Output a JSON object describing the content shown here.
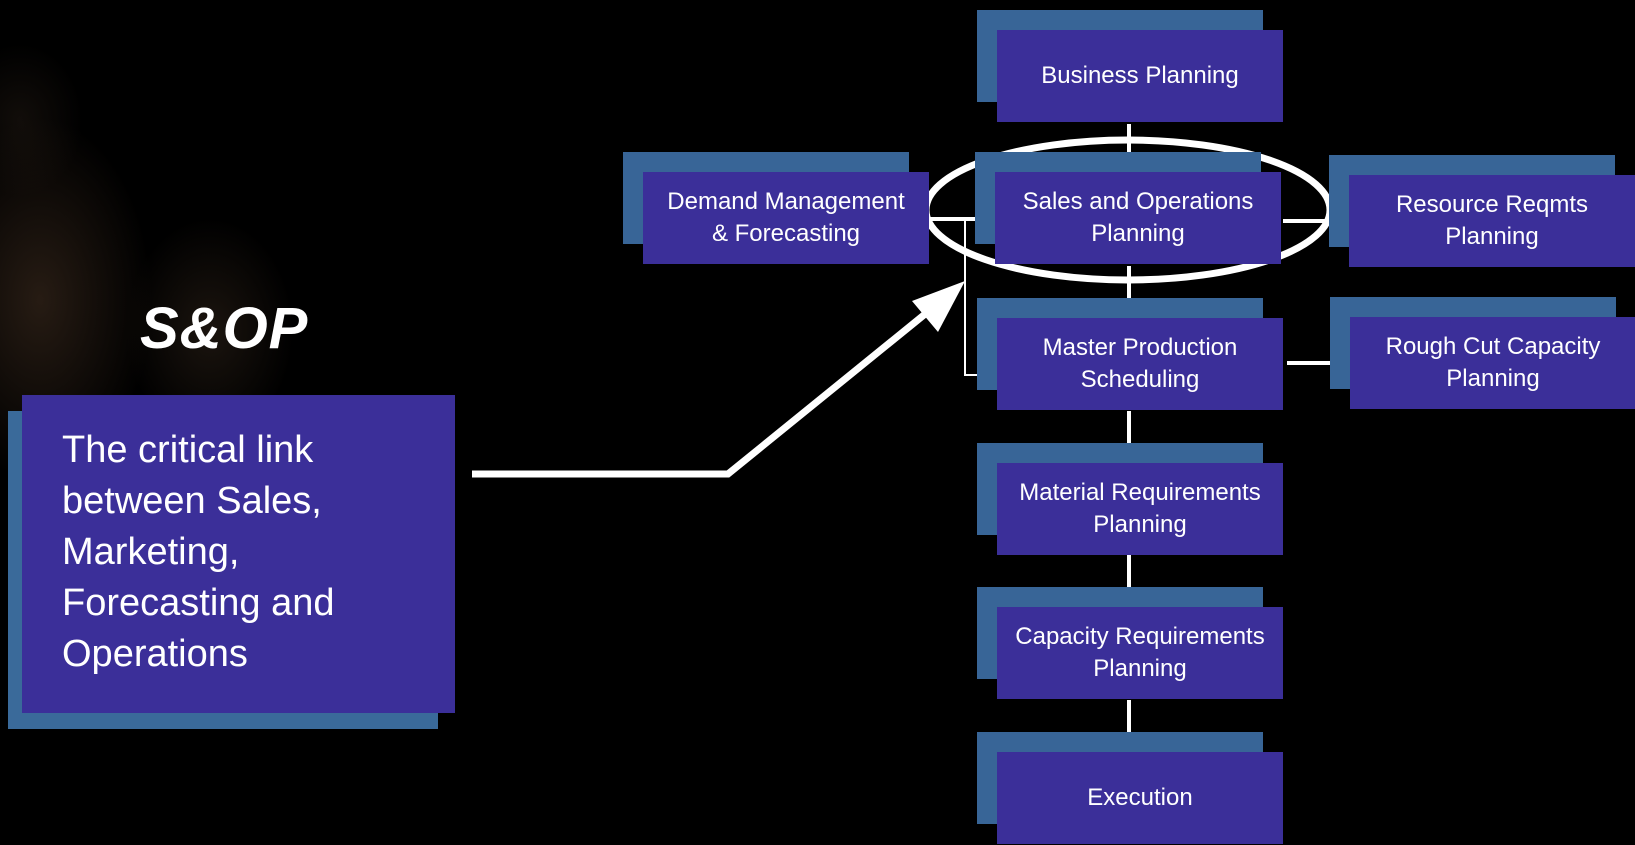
{
  "slide": {
    "title": "S&OP",
    "callout_text": "The critical link between Sales, Marketing, Forecasting and Operations"
  },
  "diagram": {
    "nodes": {
      "business_planning": "Business Planning",
      "demand_management": "Demand Management\n& Forecasting",
      "sales_operations_planning": "Sales and Operations\nPlanning",
      "resource_requirements": "Resource Reqmts\nPlanning",
      "master_production_scheduling": "Master Production\nScheduling",
      "rough_cut_capacity": "Rough Cut Capacity\nPlanning",
      "material_requirements": "Material Requirements\nPlanning",
      "capacity_requirements": "Capacity Requirements\nPlanning",
      "execution": "Execution"
    },
    "highlighted_node": "sales_operations_planning"
  },
  "colors": {
    "background": "#000000",
    "box_fill": "#3b2f99",
    "box_shadow": "#386597",
    "connector": "#ffffff",
    "text": "#ffffff"
  }
}
